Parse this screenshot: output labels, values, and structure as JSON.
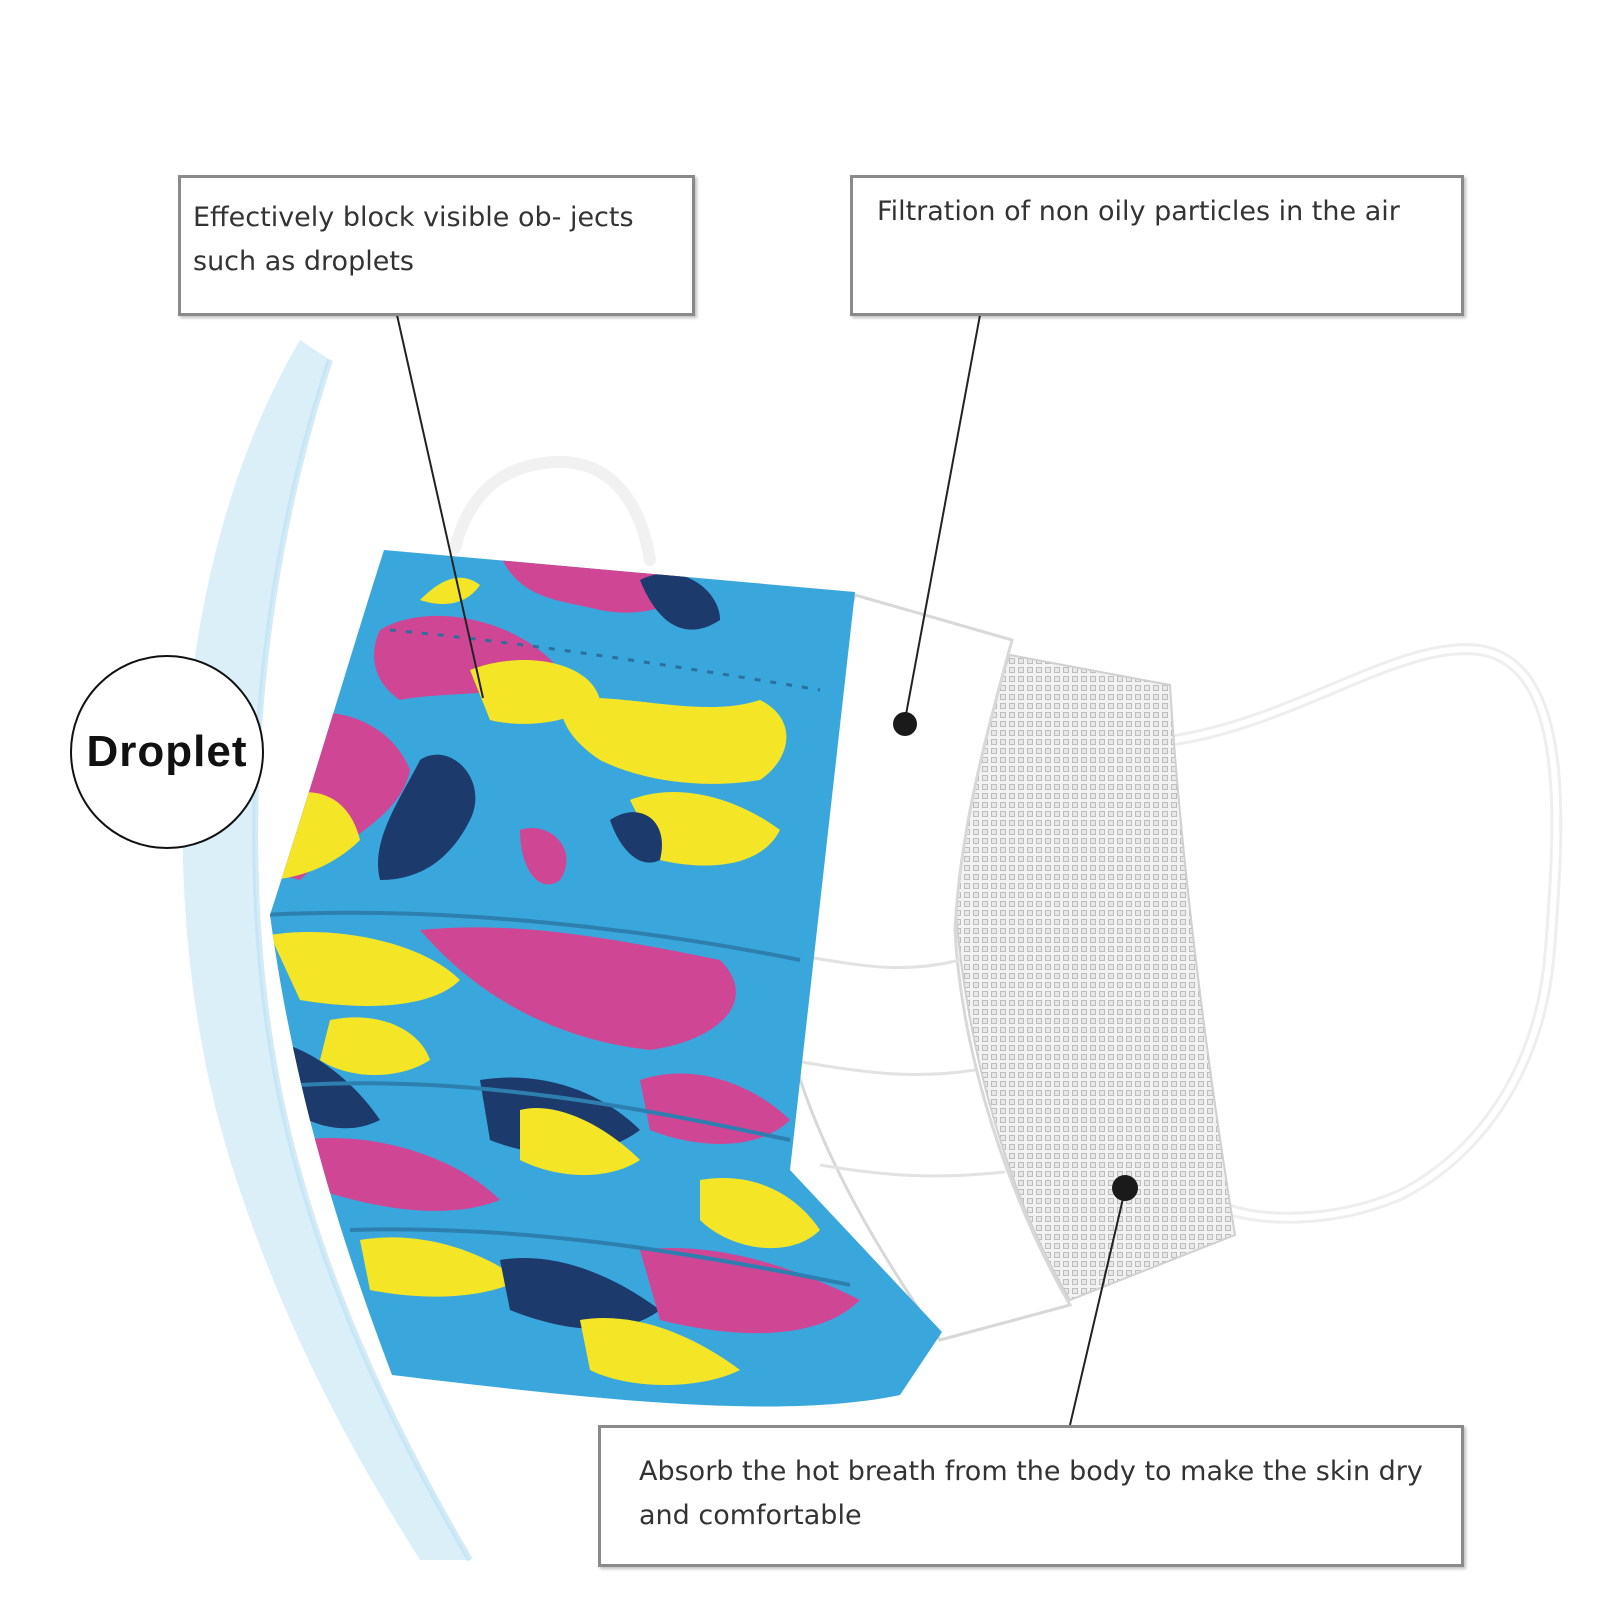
{
  "colors": {
    "camo_blue": "#3aa7dc",
    "camo_pink": "#cf4695",
    "camo_yellow": "#f4e526",
    "camo_navy": "#1c3a6b",
    "shield_glow": "#cde9f6"
  },
  "labels": {
    "outer_layer": "Effectively block visible ob- jects such as droplets",
    "middle_layer": "Filtration of non oily particles in the air",
    "inner_layer": "Absorb the hot breath from the body to make the skin dry and comfortable",
    "droplet": "Droplet"
  },
  "icons": {
    "mask": "camouflage-face-mask",
    "pointer": "leader-dot"
  }
}
